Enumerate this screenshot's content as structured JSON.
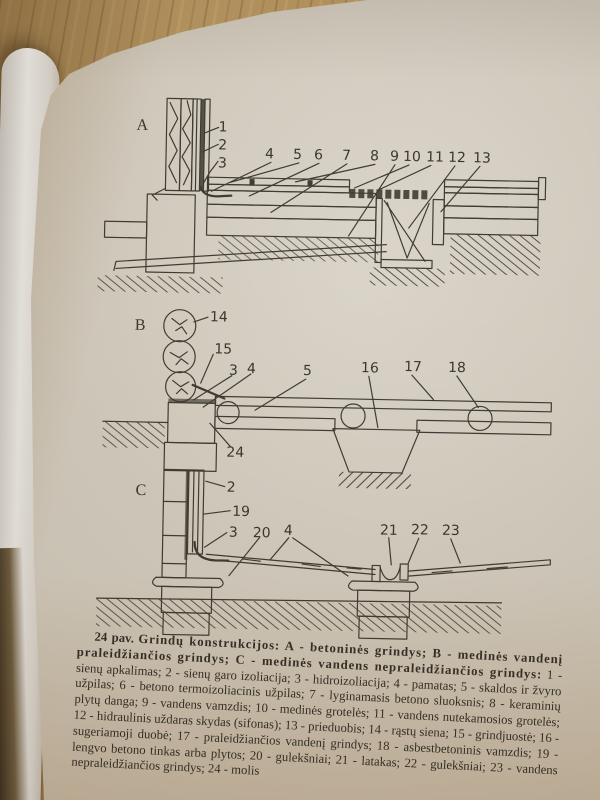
{
  "caption": {
    "figure_label": "24 pav.",
    "title": "Grindų konstrukcijos: A - betoninės grindys; B - medinės vandenį praleidžiančios grindys; C - medinės vandens nepraleidžiančios grindys:",
    "legend_items": [
      "1 - sienų apkalimas",
      "2 - sienų garo izoliacija",
      "3 - hidroizoliacija",
      "4 - pamatas",
      "5 - skaldos ir žvyro užpilas",
      "6 - betono termoizoliacinis užpilas",
      "7 - lyginamasis betono sluoksnis",
      "8 - keraminių plytų danga",
      "9 - vandens vamzdis",
      "10 - medinės grotelės",
      "11 - vandens nutekamosios grotelės",
      "12 - hidraulinis uždaras skydas (sifonas)",
      "13 - prieduobis",
      "14 - rąstų siena",
      "15 - grindjuostė",
      "16 - sugeriamoji duobė",
      "17 - praleidžiančios vandenį grindys",
      "18 - asbestbetoninis vamzdis",
      "19 - lengvo betono tinkas arba plytos",
      "20 - gulekšniai",
      "21 - latakas",
      "22 - gulekšniai",
      "23 - vandens nepraleidžiančios grindys",
      "24 - molis"
    ]
  },
  "diagrams": {
    "a": {
      "label": "A",
      "nums": [
        "1",
        "2",
        "3",
        "4",
        "5",
        "6",
        "7",
        "8",
        "9",
        "10",
        "11",
        "12",
        "13"
      ]
    },
    "b": {
      "label": "B",
      "nums": [
        "14",
        "15",
        "3",
        "4",
        "5",
        "16",
        "17",
        "18",
        "24"
      ]
    },
    "c": {
      "label": "C",
      "nums": [
        "2",
        "19",
        "3",
        "20",
        "4",
        "21",
        "22",
        "23"
      ]
    }
  },
  "colors": {
    "ink": "#3b372f",
    "page": "#d4cdc0",
    "page_edge": "#edebe7",
    "wood": "#b5935e"
  }
}
